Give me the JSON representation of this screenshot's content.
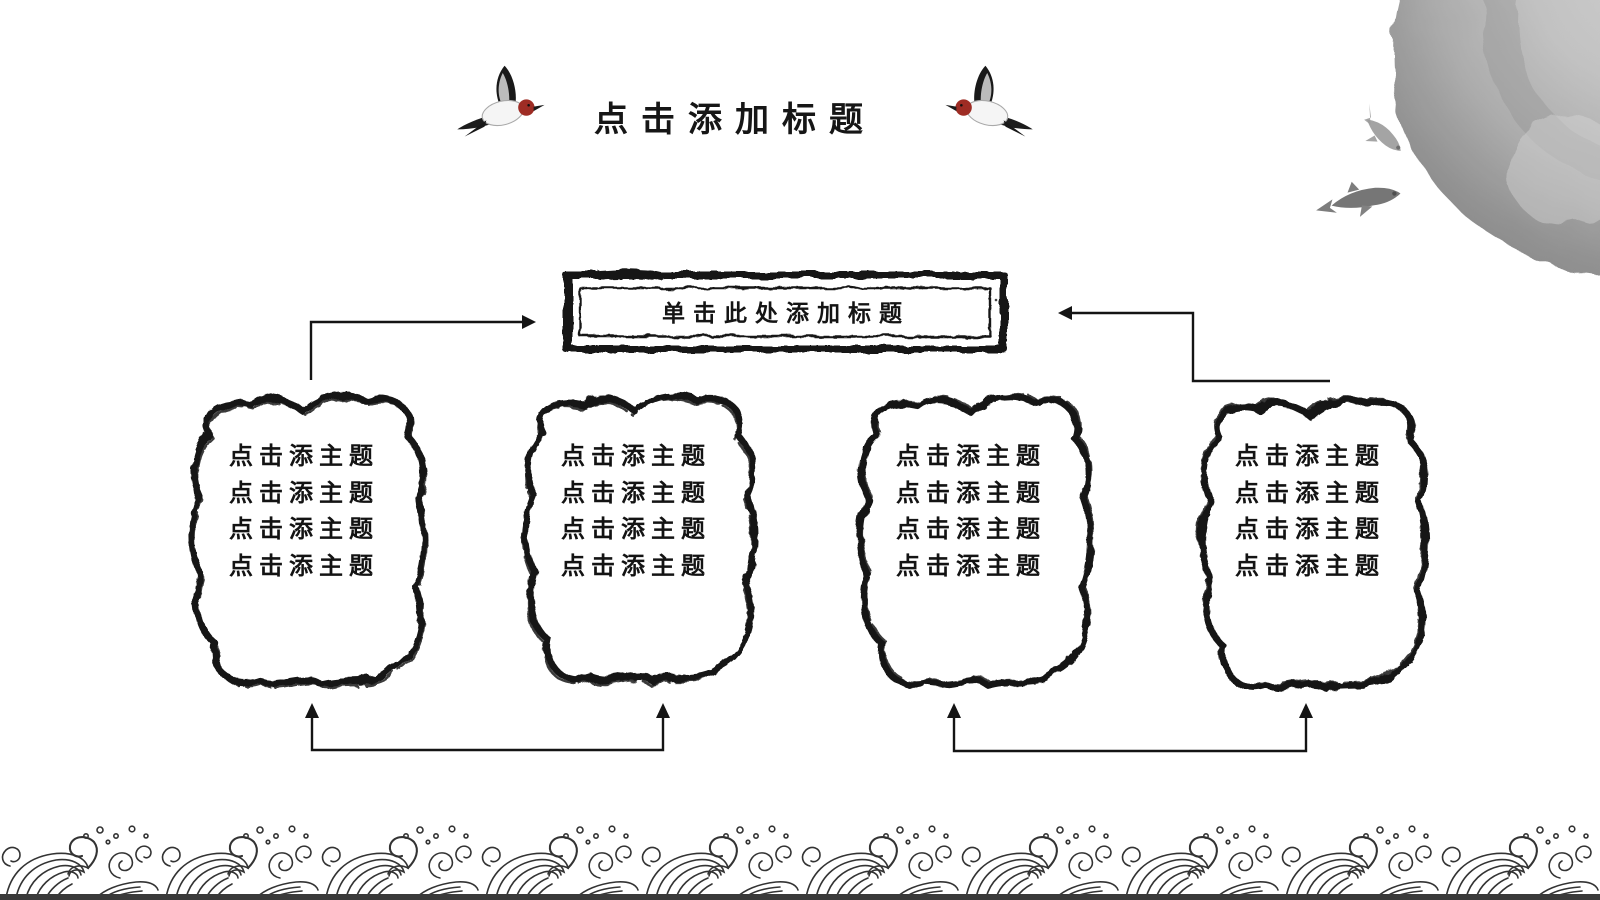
{
  "slide": {
    "title": "点击添加标题",
    "header": {
      "label": "单击此处添加标题"
    },
    "boxes": [
      {
        "lines": [
          "点击添主题",
          "点击添主题",
          "点击添主题",
          "点击添主题"
        ]
      },
      {
        "lines": [
          "点击添主题",
          "点击添主题",
          "点击添主题",
          "点击添主题"
        ]
      },
      {
        "lines": [
          "点击添主题",
          "点击添主题",
          "点击添主题",
          "点击添主题"
        ]
      },
      {
        "lines": [
          "点击添主题",
          "点击添主题",
          "点击添主题",
          "点击添主题"
        ]
      }
    ],
    "decor": {
      "bird": "red-headed-bird",
      "fish": "ink-koi-pair",
      "wash": "ink-wash-circle",
      "footer": "wave-pattern-border"
    },
    "colors": {
      "ink": "#111111",
      "bird_head_red": "#9e2c24",
      "wash_gray": "#a8a8a8",
      "wave_line": "#333333",
      "wave_base": "#3a3a3a"
    }
  }
}
